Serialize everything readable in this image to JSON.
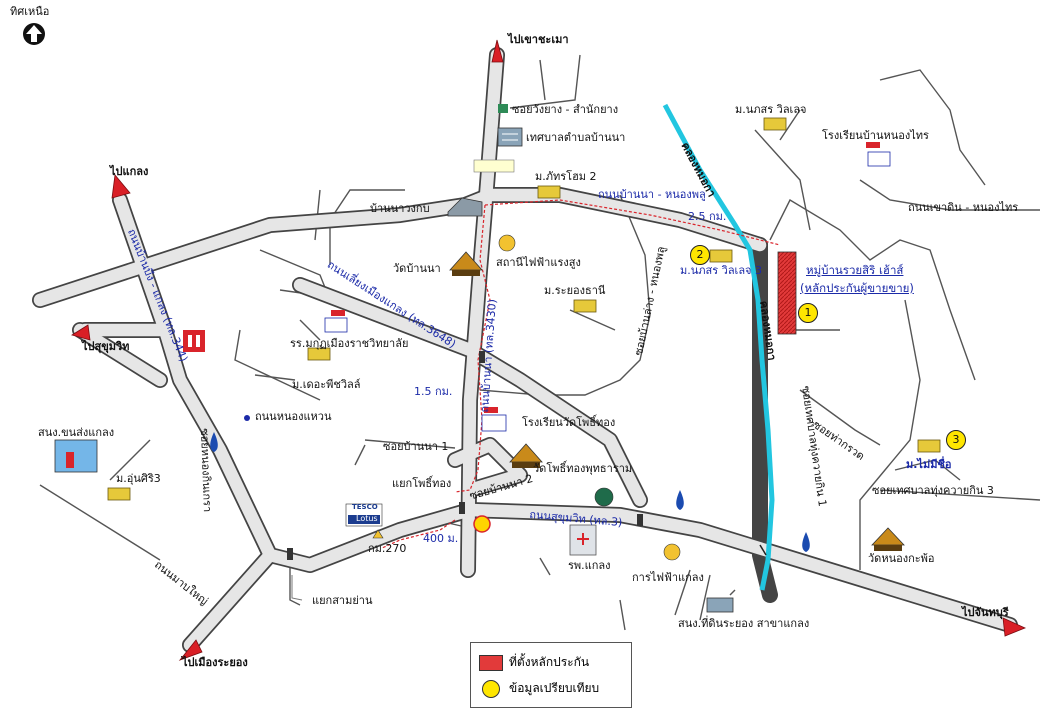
{
  "north": {
    "label": "ทิศเหนือ"
  },
  "places": {
    "khao_chamao": "ไปเขาชะเมา",
    "soi_wang_yang": "ซอยวังยาง - สำนักยาง",
    "tesaban": "เทศบาลตำบลบ้านนา",
    "pattrasom2": "ม.ภัทรโฮม 2",
    "ban_nawang": "บ้านนาวงกบ",
    "wat_banna": "วัดบ้านนา",
    "power_station": "สถานีไฟฟ้าแรงสูง",
    "rayong_thani": "ม.ระยองธานี",
    "montfort": "รร.มกุฏเมืองราชวิทยาลัย",
    "the_peach": "ม.เดอะพีชวิลล์",
    "nong_waen": "ถนนหนองแหวน",
    "school_pho_thong": "โรงเรียนวัดโพธิ์ทอง",
    "soi_banna1": "ซอยบ้านนา 1",
    "soi_banna2": "ซอยบ้านนา 2",
    "wat_pho_thong": "วัดโพธิ์ทองพุทธาราม",
    "yaek_pho_thong": "แยกโพธิ์ทอง",
    "km270": "กม.270",
    "yaek_sam_yan": "แยกสามย่าน",
    "transport": "สนง.ขนส่งแกลง",
    "unsiri3": "ม.อุ่นศิริ3",
    "hospital": "รพ.แกลง",
    "pea": "การไฟฟ้าแกลง",
    "land_office": "สนง.ที่ดินระยอง สาขาแกลง",
    "to_klaeng": "ไปแกลง",
    "to_sukhumvit": "ไปสุขุมวิท",
    "to_rayong": "ไปเมืองระยอง",
    "to_chanthaburi": "ไปจันทบุรี",
    "napason": "ม.นภสร วิลเลจ",
    "school_nong_trai": "โรงเรียนบ้านหนองไทร",
    "khao_din_road": "ถนนเขาดิน - หนองไทร",
    "soi_tha_krot": "ซอยท่ากรวด",
    "mai_mi_chue": "ม.ไม่มีชื่อ",
    "soi_tesaban3": "ซอยเทศบาลทุ่งควายกิน 3",
    "wat_nong_kapho": "วัดหนองกะพ้อ",
    "village_name": "หมู่บ้านรวยสิริ เฮ้าส์",
    "village_sub": "(หลักประกันผู้ขายขาย)",
    "napason3": "ม.นภสร วิลเลจ 3"
  },
  "roads": {
    "banna_nongpol": "ถนนบ้านนา - หนองพลู",
    "sukhumvit": "ถนนสุขุมวิท (ทล.3)",
    "lieng_muang": "ถนนเลี่ยงเมืองแกลง (ทล.3648)",
    "banna_3430": "ถนนบ้านนา (ทล.3430)",
    "banphe_344": "ถนนบ้านบึง - แกลง (ทล.344)",
    "soi_nong_kin": "ซอยหนองกินเกรา",
    "ban_mab_yai": "ถนนมาบใหญ่",
    "soi_banna_pol": "ซอยบ้านล่าง - หนองพลู",
    "klong_1": "คลองหมอกา",
    "klong_2": "คลองหมอกา",
    "soi_tesaban1": "ซอยเทศบาลทุ่งควายกิน 1"
  },
  "distances": {
    "d1": "2.5 กม.",
    "d2": "1.5 กม.",
    "d3": "400 ม."
  },
  "markers": {
    "m1": "1",
    "m2": "2",
    "m3": "3"
  },
  "logos": {
    "tesco": "TESCO",
    "lotus": "Lotus"
  },
  "legend": {
    "location": "ที่ตั้งหลักประกัน",
    "comparison": "ข้อมูลเปรียบเทียบ"
  },
  "colors": {
    "road": "#e6e6e6",
    "road_edge": "#555555",
    "canal": "#22c6e0",
    "route": "#d9242b",
    "marker": "#ffe600",
    "arrow": "#d91f26"
  }
}
